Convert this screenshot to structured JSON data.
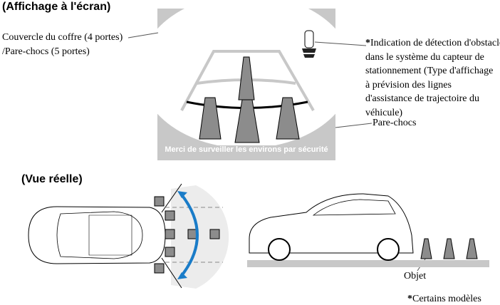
{
  "screen_view": {
    "title": "(Affichage à l'écran)",
    "trunk_label_line1": "Couvercle du coffre (4 portes)",
    "trunk_label_line2": "/Pare-chocs (5 portes)",
    "indicator_asterisk": "*",
    "indicator_lines": [
      "Indication de détection d'obstacle",
      "dans le système du capteur de",
      "stationnement (Type d'affichage",
      "à prévision des lignes",
      "d'assistance de trajectoire du",
      "véhicule)"
    ],
    "bumper_label": "Pare-chocs",
    "banner_text": "Merci de surveiller les environs par sécurité"
  },
  "real_view": {
    "title": "(Vue réelle)",
    "object_label": "Objet"
  },
  "footnote": {
    "asterisk": "*",
    "text": "Certains modèles"
  },
  "colors": {
    "screen_gray": "#c8c8c8",
    "cone_gray": "#8c8c8c",
    "arrow_blue": "#1a7cc8",
    "sensor_zone": "#ececec"
  }
}
